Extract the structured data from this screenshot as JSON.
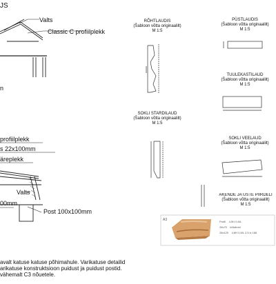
{
  "left_upper": {
    "title_fragment": "JS",
    "labels": [
      "Valts",
      "Classic C profiilplekk"
    ],
    "bottom_fragment": "n"
  },
  "left_lower": {
    "labels": [
      "profiilplekk",
      "s 22x100mm",
      "äreplekk",
      "Valts",
      "00mm",
      "Post 100x100mm"
    ]
  },
  "note": {
    "lines": [
      "avalt katuse katuse põhimahule. Varikatuse detailid",
      "arikatuse konstruktsioon puidust ja puidust postid.",
      "vähemalt C3 nõuetele."
    ]
  },
  "templates": [
    {
      "id": "rohtlaudis",
      "title": "RÕHTLAUDIS",
      "subtitle": "(Šabloon võtta originaalilt)",
      "scale": "M 1:5"
    },
    {
      "id": "pustlaudis",
      "title": "PÜSTLAUDIS",
      "subtitle": "(Šabloon võtta originaalilt)",
      "scale": "M 1:5"
    },
    {
      "id": "tuulekastilaud",
      "title": "TUULEKASTILAUD",
      "subtitle": "(Šabloon võtta originaalilt)",
      "scale": "M 1:5"
    },
    {
      "id": "sokli_stardilaud",
      "title": "SOKLI STARDILAUD",
      "subtitle": "(Šabloon võtta originaalilt)",
      "scale": "M 1:5"
    },
    {
      "id": "sokli_veelaud",
      "title": "SOKLI VEELAUD",
      "subtitle": "(Šabloon võtta originaalilt)",
      "scale": "M 1:5"
    },
    {
      "id": "akende_uste",
      "title": "AKENDE JA USTE PIIRDELI",
      "subtitle": "(Šabloon võtta originaalilt)",
      "scale": "M 1:5"
    }
  ],
  "product_card": {
    "code": "A3",
    "rows": [
      {
        "k": "Profil",
        "v": "4,5H 0,ML"
      },
      {
        "k": "28x70",
        "v": "kõlviimel"
      },
      {
        "k": "28x120",
        "v": "4,8H 0,ML 2,5 lx 186"
      }
    ]
  }
}
